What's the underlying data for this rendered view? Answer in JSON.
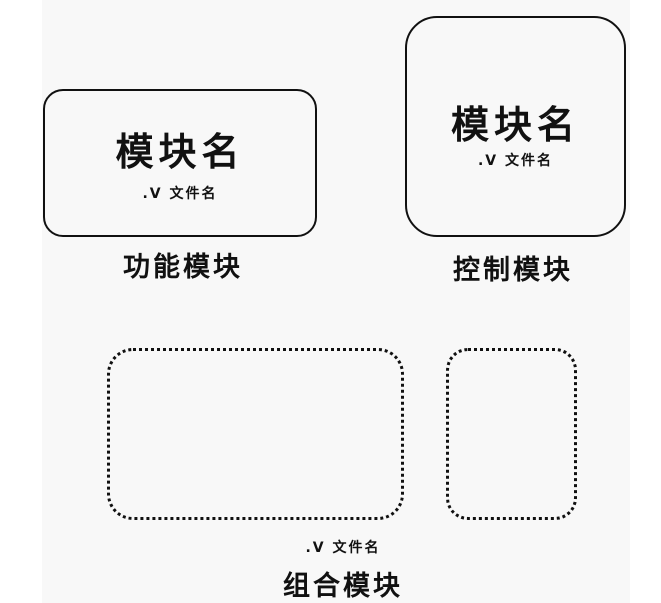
{
  "functional_module": {
    "name": "模块名",
    "file": ".V 文件名",
    "caption": "功能模块"
  },
  "control_module": {
    "name": "模块名",
    "file": ".V 文件名",
    "caption": "控制模块"
  },
  "composite_module": {
    "file": ".V 文件名",
    "caption": "组合模块"
  }
}
